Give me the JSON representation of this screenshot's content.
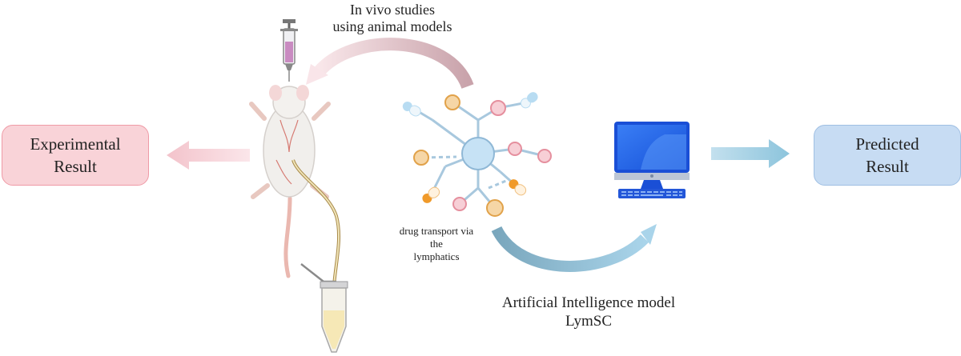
{
  "boxes": {
    "experimental": {
      "line1": "Experimental",
      "line2": "Result"
    },
    "predicted": {
      "line1": "Predicted",
      "line2": "Result"
    }
  },
  "labels": {
    "in_vivo": {
      "line1": "In vivo studies",
      "line2": "using animal models"
    },
    "drug_transport": {
      "line1": "drug transport via the",
      "line2": "lymphatics"
    },
    "ai_model": {
      "line1": "Artificial Intelligence model",
      "line2": "LymSC"
    }
  },
  "colors": {
    "experimental_fill": "#f9d3d8",
    "predicted_fill": "#c7dcf3",
    "arrow_pink": "#f3c8cf",
    "arrow_blue": "#8cc4dc",
    "monitor_blue": "#1e64f0",
    "node_orange": "#f6d6a6",
    "node_pink": "#f7cfd6",
    "node_blue": "#c6e2f5"
  },
  "icons": [
    "syringe-icon",
    "mouse-icon",
    "collection-tube-icon",
    "molecular-graph-icon",
    "computer-monitor-icon"
  ]
}
